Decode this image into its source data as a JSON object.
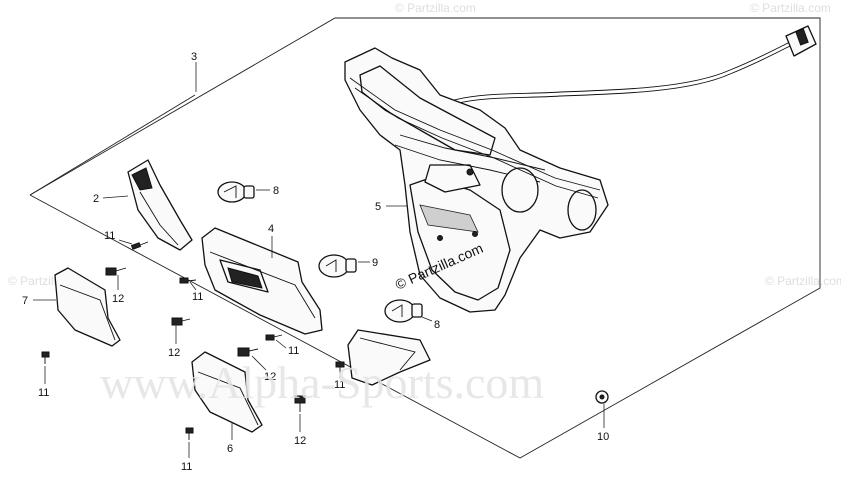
{
  "watermarks": {
    "main": "www.Alpha-Sports.com",
    "partzilla": "© Partzilla.com",
    "small_top_left": "© Partzilla.com",
    "small_top_right": "© Partzilla.com",
    "small_left": "© Partzilla.com",
    "small_right": "© Partzilla.com"
  },
  "callouts": [
    {
      "id": "c3a",
      "label": "3"
    },
    {
      "id": "c2",
      "label": "2"
    },
    {
      "id": "c8a",
      "label": "8"
    },
    {
      "id": "c4",
      "label": "4"
    },
    {
      "id": "c5",
      "label": "5"
    },
    {
      "id": "c9",
      "label": "9"
    },
    {
      "id": "c11a",
      "label": "11"
    },
    {
      "id": "c12a",
      "label": "12"
    },
    {
      "id": "c11b",
      "label": "11"
    },
    {
      "id": "c7",
      "label": "7"
    },
    {
      "id": "c8b",
      "label": "8"
    },
    {
      "id": "c12b",
      "label": "12"
    },
    {
      "id": "c11c",
      "label": "11"
    },
    {
      "id": "c11d",
      "label": "11"
    },
    {
      "id": "c12c",
      "label": "12"
    },
    {
      "id": "c11e",
      "label": "11"
    },
    {
      "id": "c6",
      "label": "6"
    },
    {
      "id": "c12d",
      "label": "12"
    },
    {
      "id": "c11f",
      "label": "11"
    },
    {
      "id": "c10",
      "label": "10"
    }
  ]
}
